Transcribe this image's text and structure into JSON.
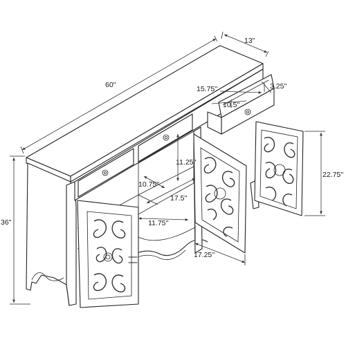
{
  "dimensions": {
    "overall_width": "60''",
    "depth": "13''",
    "drawer_width": "15.75''",
    "drawer_height": "3.25''",
    "drawer_inner_depth": "10.5''",
    "interior_height": "11.25''",
    "interior_depth_left": "10.75''",
    "interior_width_mid": "17.5''",
    "interior_depth_bottom": "11.75''",
    "door_width": "17.25''",
    "door_height": "22.75''",
    "overall_height": "36''"
  }
}
